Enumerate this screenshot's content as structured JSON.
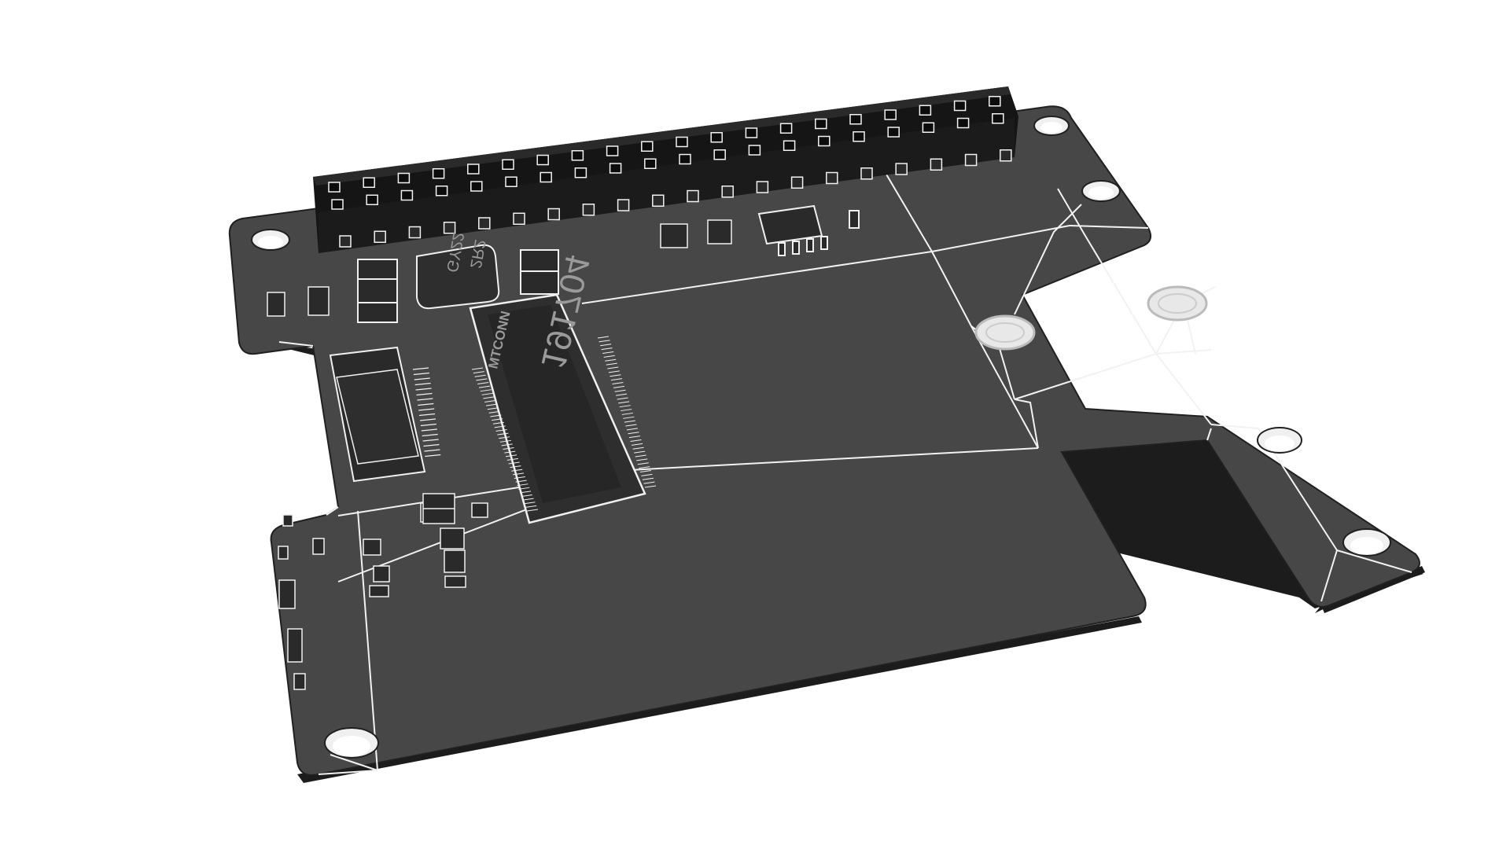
{
  "scene": {
    "subject": "pcb-render",
    "background_color": "#ffffff",
    "board_color": "#474747",
    "board_edge_color": "#1c1c1c",
    "outline_color": "#f2f2f2",
    "component_color": "#2e2e2e"
  },
  "markings": {
    "connector_brand": "MTCONN",
    "connector_code": "191704",
    "small_chip_top": "2R2",
    "small_chip_bottom": "GY22"
  }
}
